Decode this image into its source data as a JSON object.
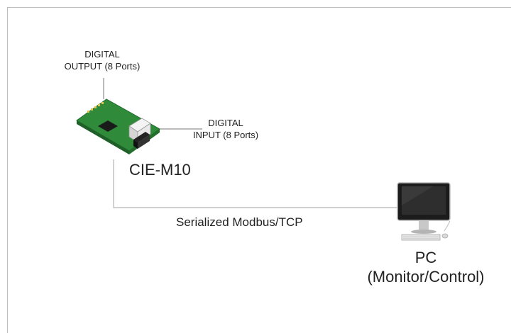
{
  "labels": {
    "digital_output": {
      "line1": "DIGITAL",
      "line2": "OUTPUT (8 Ports)"
    },
    "digital_input": {
      "line1": "DIGITAL",
      "line2": "INPUT (8 Ports)"
    },
    "module_name": "CIE-M10",
    "link_label": "Serialized Modbus/TCP",
    "pc": {
      "line1": "PC",
      "line2": "(Monitor/Control)"
    }
  },
  "colors": {
    "board_green": "#2f8a3a",
    "connector_gray": "#cfcfcf",
    "connection_line": "#b5b5b5",
    "monitor_bezel": "#1c1c1c"
  },
  "icons": {
    "module": "circuit-board-icon",
    "pc": "desktop-computer-icon"
  }
}
